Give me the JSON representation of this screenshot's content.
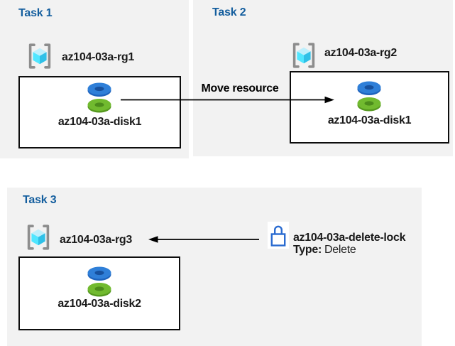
{
  "colors": {
    "canvas_bg": "#ffffff",
    "panel_bg": "#f2f2f2",
    "title_blue": "#145e9e",
    "text_black": "#1a1a1a",
    "box_border": "#0d0d0d",
    "arrow": "#000000",
    "disk_blue": "#2f7fd8",
    "disk_blue_dark": "#17519e",
    "disk_green": "#71ba2f",
    "disk_green_dark": "#4c8c1c",
    "cube_top": "#bdeffc",
    "cube_left": "#50e6ff",
    "cube_right": "#2fc0e7",
    "bracket_gray": "#8d8d8d",
    "lock_blue": "#2a6bd0"
  },
  "icons": {
    "resource_group": "brackets-cube-icon",
    "disk": "stacked-disks-icon",
    "lock": "padlock-icon"
  },
  "tasks": [
    {
      "title": "Task 1",
      "resource_group": "az104-03a-rg1",
      "disk": "az104-03a-disk1"
    },
    {
      "title": "Task 2",
      "resource_group": "az104-03a-rg2",
      "disk": "az104-03a-disk1"
    },
    {
      "title": "Task 3",
      "resource_group": "az104-03a-rg3",
      "disk": "az104-03a-disk2"
    }
  ],
  "move_arrow": {
    "label": "Move resource"
  },
  "lock": {
    "name": "az104-03a-delete-lock",
    "type_label": "Type:",
    "type_value": "Delete"
  }
}
